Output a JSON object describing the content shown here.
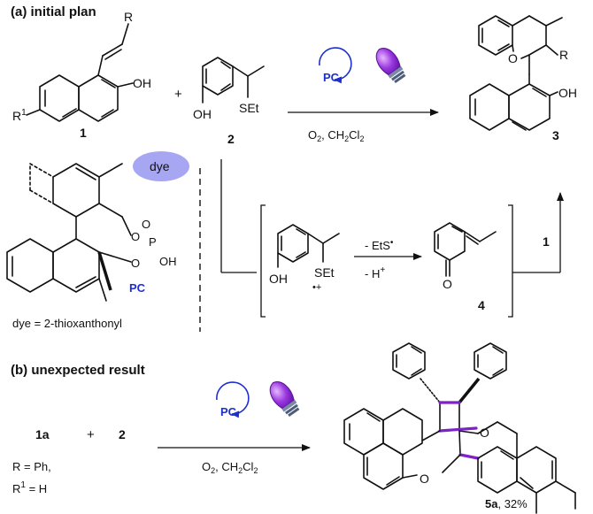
{
  "section_a": {
    "title": "(a) initial plan",
    "compound_1": "1",
    "compound_2": "2",
    "compound_3": "3",
    "compound_4": "4",
    "r_label": "R",
    "r1_label": "R",
    "r1_sup": "1",
    "oh_label": "OH",
    "oh_label_2": "OH",
    "oh_label_3": "OH",
    "oh_label_4": "OH",
    "set_label": "SEt",
    "set_label_2": "SEt",
    "plus": "+",
    "pc_circle": "PC",
    "conditions": "O",
    "conditions_sub": "2",
    "conditions_rest": ", CH",
    "conditions_sub2": "2",
    "conditions_end": "Cl",
    "conditions_sub3": "2",
    "o_ring": "O",
    "r_product": "R",
    "dye_label": "dye",
    "phosphate_o1": "O",
    "phosphate_o2": "O",
    "phosphate_p": "P",
    "phosphate_o3": "O",
    "phosphate_oh": "OH",
    "pc_label": "PC",
    "dye_def": "dye = 2-thioxanthonyl",
    "radical_loss": "- EtS",
    "proton_loss": "- H",
    "proton_sup": "+",
    "ketone_o": "O",
    "arrow_label_1": "1"
  },
  "section_b": {
    "title": "(b) unexpected result",
    "compound_1a": "1a",
    "plus": "+",
    "compound_2": "2",
    "r_def": "R = Ph,",
    "r1_def": "R",
    "r1_def_sup": "1",
    "r1_def_rest": " = H",
    "pc_circle": "PC",
    "conditions": "O",
    "conditions_sub": "2",
    "conditions_rest": ", CH",
    "conditions_sub2": "2",
    "conditions_end": "Cl",
    "conditions_sub3": "2",
    "o_top": "O",
    "o_bottom": "O",
    "product_label": "5a",
    "product_yield": ", 32%"
  },
  "colors": {
    "photocatalyst_blue": "#1e2fd0",
    "lamp_violet": "#7d22c8",
    "dye_bubble": "#a7a6f2"
  },
  "icons": [
    "pc-cycle-icon",
    "lamp-icon"
  ]
}
